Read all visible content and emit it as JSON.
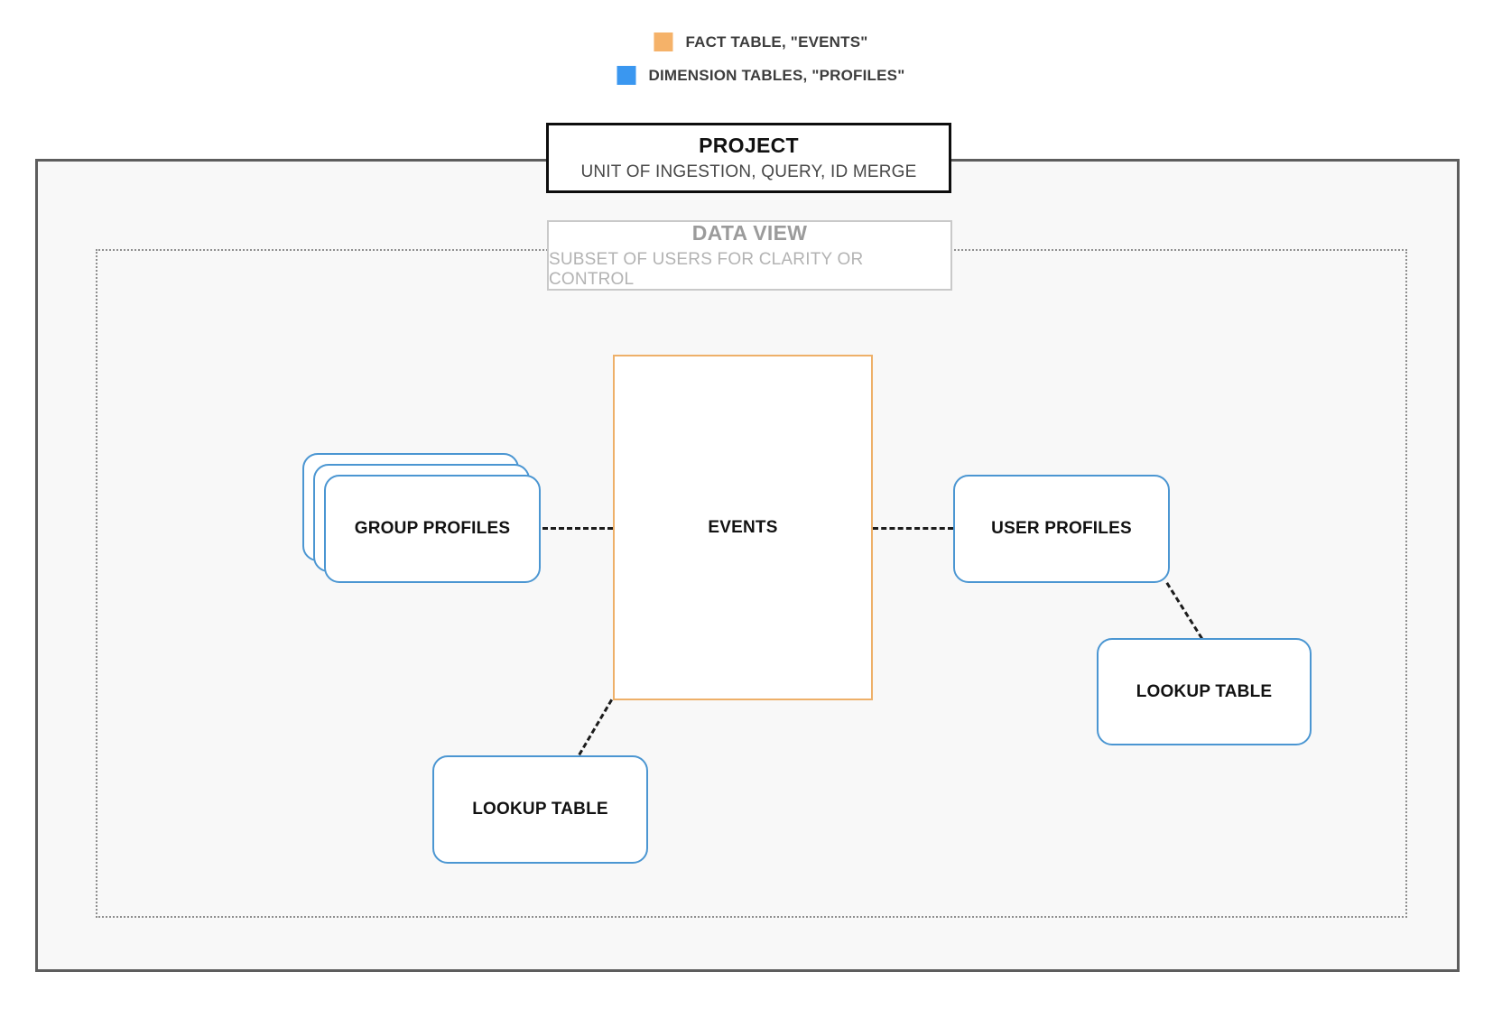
{
  "legend": {
    "items": [
      {
        "name": "fact-table-legend",
        "label": "FACT TABLE, \"EVENTS\"",
        "swatch_color": "#F5B269"
      },
      {
        "name": "dimension-tables-legend",
        "label": "DIMENSION TABLES, \"PROFILES\"",
        "swatch_color": "#3A97F0"
      }
    ]
  },
  "project_box": {
    "title": "PROJECT",
    "subtitle": "UNIT OF INGESTION, QUERY, ID MERGE"
  },
  "data_view_box": {
    "title": "DATA VIEW",
    "subtitle": "SUBSET OF USERS FOR CLARITY OR CONTROL"
  },
  "nodes": {
    "events": {
      "label": "EVENTS",
      "border_color": "#EEB069",
      "category": "fact-table"
    },
    "group_profiles": {
      "label": "GROUP PROFILES",
      "border_color": "#4B96D2",
      "category": "dimension-table",
      "stacked_count": 3
    },
    "user_profiles": {
      "label": "USER PROFILES",
      "border_color": "#4B96D2",
      "category": "dimension-table"
    },
    "lookup_table_right": {
      "label": "LOOKUP TABLE",
      "border_color": "#4B96D2",
      "category": "dimension-table"
    },
    "lookup_table_bottom": {
      "label": "LOOKUP TABLE",
      "border_color": "#4B96D2",
      "category": "dimension-table"
    }
  },
  "connections": [
    {
      "from": "group_profiles",
      "to": "events",
      "style": "dashed"
    },
    {
      "from": "events",
      "to": "user_profiles",
      "style": "dashed"
    },
    {
      "from": "user_profiles",
      "to": "lookup_table_right",
      "style": "dashed"
    },
    {
      "from": "events",
      "to": "lookup_table_bottom",
      "style": "dashed"
    }
  ],
  "colors": {
    "outer_border": "#5D5D5D",
    "inner_dotted_border": "#8F8F8F",
    "diagram_background": "#F8F8F8",
    "connector": "#1C1C1C",
    "project_border": "#0D0D0D",
    "data_view_border": "#C9C9C9"
  }
}
